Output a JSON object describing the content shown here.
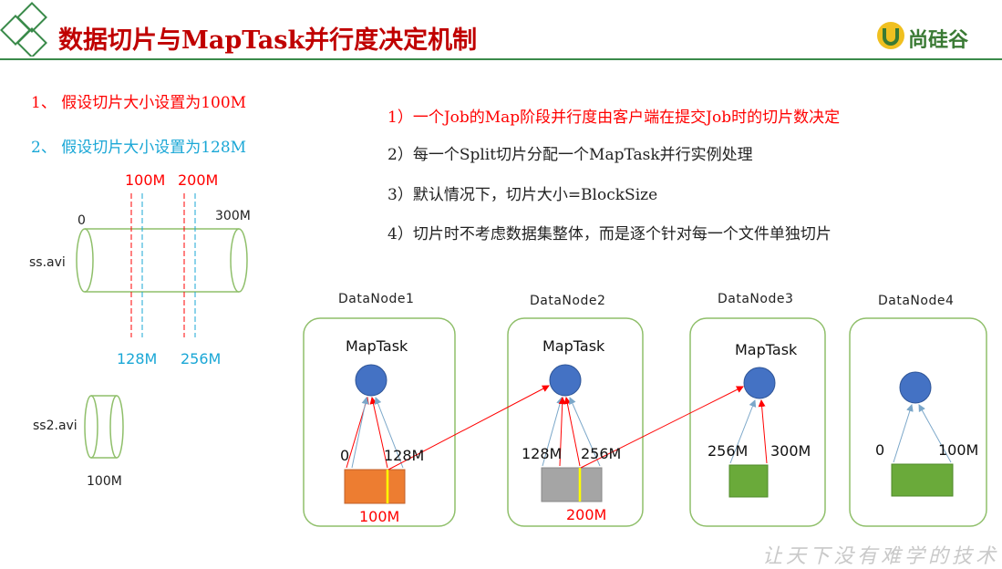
{
  "header": {
    "title": "数据切片与MapTask并行度决定机制",
    "logo_text": "尚硅谷"
  },
  "left": {
    "item1": "1、 假设切片大小设置为100M",
    "item2": "2、 假设切片大小设置为128M",
    "mark_100": "100M",
    "mark_200": "200M",
    "mark_128": "128M",
    "mark_256": "256M",
    "start": "0",
    "end": "300M",
    "file1": "ss.avi",
    "file2": "ss2.avi",
    "file2_size": "100M"
  },
  "points": [
    "1）一个Job的Map阶段并行度由客户端在提交Job时的切片数决定",
    "2）每一个Split切片分配一个MapTask并行实例处理",
    "3）默认情况下，切片大小=BlockSize",
    "4）切片时不考虑数据集整体，而是逐个针对每一个文件单独切片"
  ],
  "nodes": [
    {
      "name": "DataNode1",
      "task": "MapTask",
      "left_label": "0",
      "right_label": "128M",
      "bottom_label": "100M"
    },
    {
      "name": "DataNode2",
      "task": "MapTask",
      "left_label": "128M",
      "right_label": "256M",
      "bottom_label": "200M"
    },
    {
      "name": "DataNode3",
      "task": "MapTask",
      "left_label": "256M",
      "right_label": "300M"
    },
    {
      "name": "DataNode4",
      "left_label": "0",
      "right_label": "100M"
    }
  ],
  "footer": {
    "slogan": "让天下没有难学的技术"
  },
  "colors": {
    "title": "#c00000",
    "accent_red": "#ff0000",
    "accent_blue": "#1aa7d6",
    "green_border": "#8fbf6a",
    "task_circle": "#4472c4",
    "block_orange": "#ed7d31",
    "block_gray": "#a5a5a5",
    "block_green": "#6aaa3a",
    "split_yellow": "#ffff00"
  }
}
